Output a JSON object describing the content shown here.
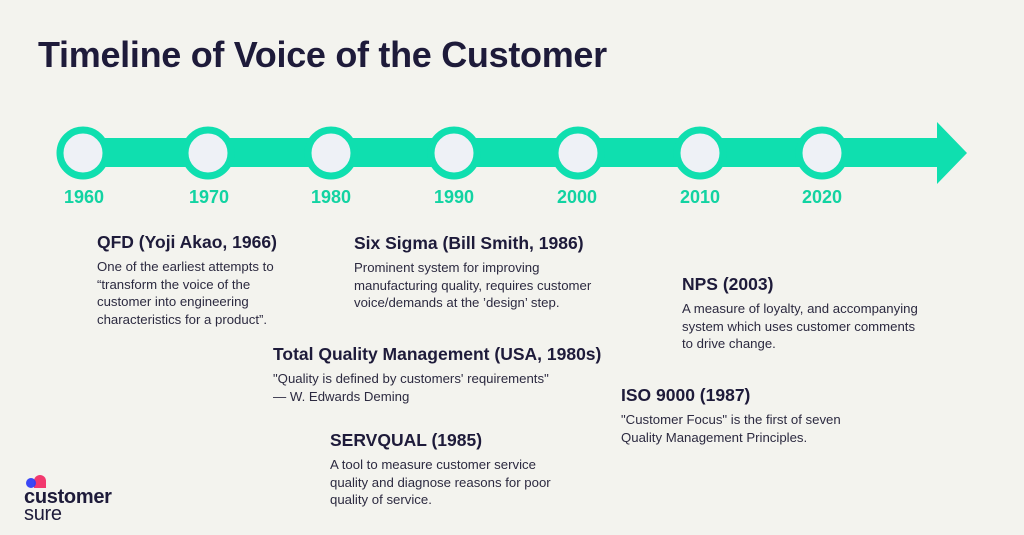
{
  "header": {
    "title": "Timeline of Voice of the Customer"
  },
  "colors": {
    "background": "#f3f3ee",
    "accent": "#0fdfaf",
    "year_label": "#12d3a2",
    "node_fill": "#eef1f6",
    "text_dark": "#1e1b3a"
  },
  "timeline": {
    "years": [
      "1960",
      "1970",
      "1980",
      "1990",
      "2000",
      "2010",
      "2020"
    ]
  },
  "events": [
    {
      "title": "QFD (Yoji Akao, 1966)",
      "lines": [
        "One of the earliest attempts to",
        "“transform the voice of the",
        "customer into engineering",
        "characteristics for a product”."
      ]
    },
    {
      "title": "Six Sigma (Bill Smith, 1986)",
      "lines": [
        "Prominent system for improving",
        "manufacturing quality, requires customer",
        "voice/demands at the ’design’ step."
      ]
    },
    {
      "title": "NPS (2003)",
      "lines": [
        "A measure of loyalty, and accompanying",
        "system which uses customer comments",
        "to drive change."
      ]
    },
    {
      "title": "Total Quality Management (USA, 1980s)",
      "lines": [
        "\"Quality is defined by customers' requirements\"",
        "— W. Edwards Deming"
      ]
    },
    {
      "title": "ISO 9000 (1987)",
      "lines": [
        "\"Customer Focus\" is the first of seven",
        "Quality Management Principles."
      ]
    },
    {
      "title": "SERVQUAL (1985)",
      "lines": [
        "A tool to measure customer service",
        "quality and diagnose reasons for poor",
        "quality of service."
      ]
    }
  ],
  "logo": {
    "line1": "customer",
    "line2": "sure"
  }
}
